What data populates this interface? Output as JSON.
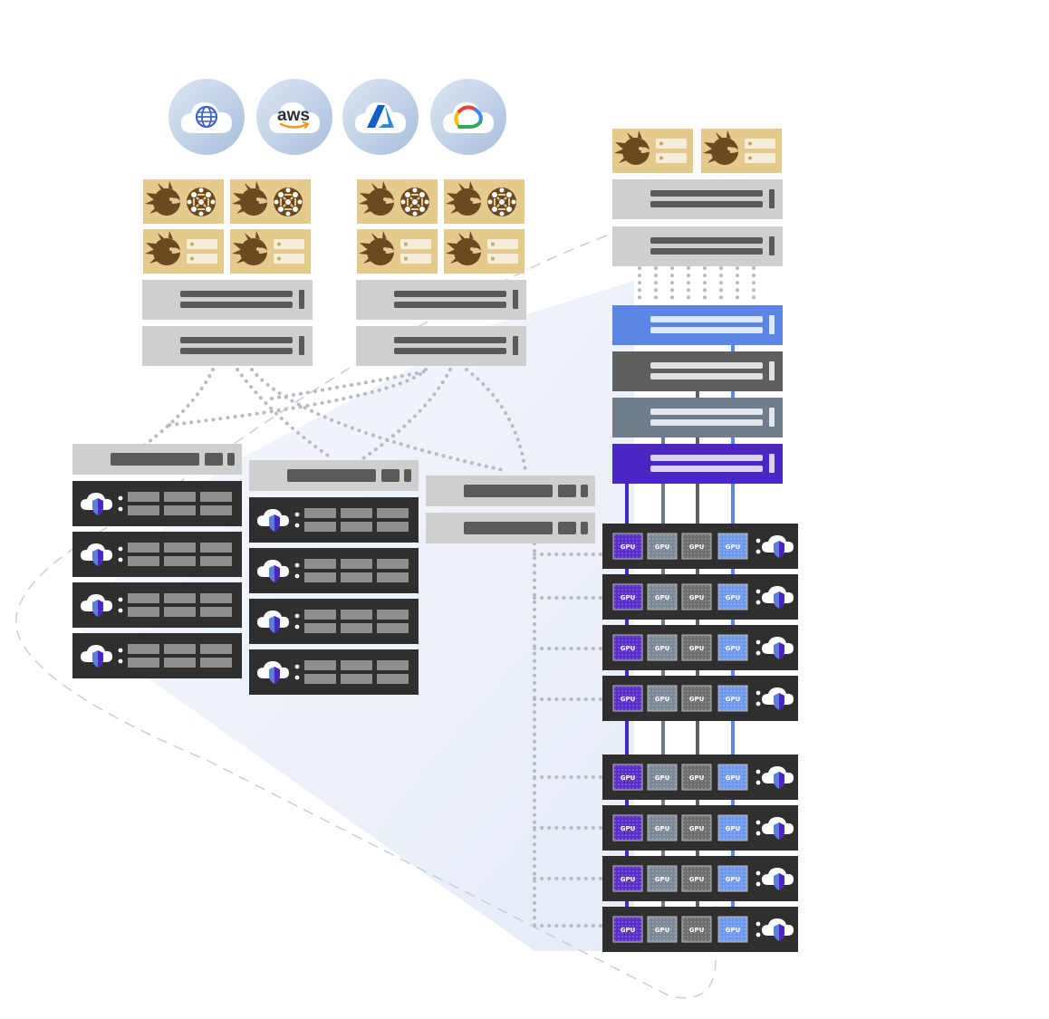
{
  "title": "",
  "colors": {
    "cloud_circle": "#b9cce3",
    "cloud_fill": "#ffffff",
    "appliance_gold": "#e5c98d",
    "appliance_brown": "#6b4a22",
    "switch_gray": "#cfcfcf",
    "bar_dark": "#5a5a5a",
    "server_black": "#2f2f2f",
    "cell_gray": "#8f8f8f",
    "link_blue": "#5b86e5",
    "link_dark": "#5f5f5f",
    "link_slate": "#6e7c8c",
    "link_purple": "#4a27c4",
    "dotted_link": "#b7bcc3",
    "shadow": "#e8eef8"
  },
  "cloud_providers": [
    {
      "name": "globe-cloud",
      "icon": "globe-icon"
    },
    {
      "name": "aws-cloud",
      "icon": "aws-logo",
      "label": "aws"
    },
    {
      "name": "azure-cloud",
      "icon": "azure-logo"
    },
    {
      "name": "google-cloud",
      "icon": "google-cloud-logo"
    }
  ],
  "gpu_label": "GPU",
  "gpu_colors": [
    "#5a2fc9",
    "#7d8896",
    "#6d6d6d",
    "#6e98ee"
  ],
  "gpu_rows": 8
}
